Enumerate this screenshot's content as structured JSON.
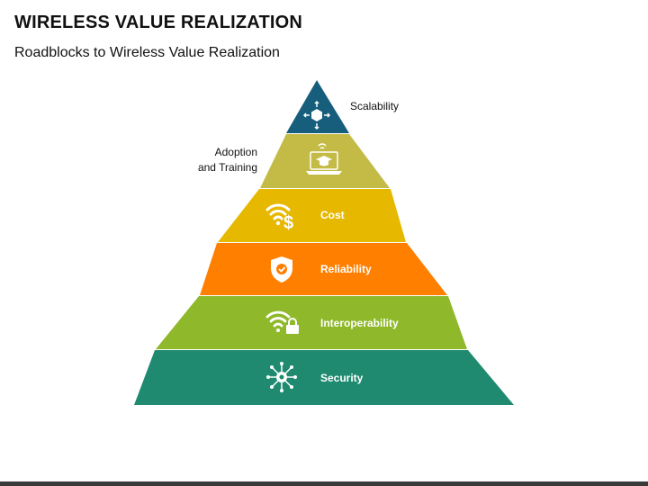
{
  "header": {
    "title": "WIRELESS VALUE REALIZATION",
    "subtitle": "Roadblocks to Wireless Value Realization"
  },
  "pyramid": {
    "levels": [
      {
        "label": "Scalability",
        "icon": "cube-arrows-icon",
        "color": "#175e7c"
      },
      {
        "label_line1": "Adoption",
        "label_line2": "and Training",
        "icon": "laptop-graduation-cap-icon",
        "color": "#c4bb47"
      },
      {
        "label": "Cost",
        "icon": "wifi-dollar-icon",
        "color": "#e6b800"
      },
      {
        "label": "Reliability",
        "icon": "shield-check-icon",
        "color": "#ff7f00"
      },
      {
        "label": "Interoperability",
        "icon": "wifi-lock-icon",
        "color": "#8fb82a"
      },
      {
        "label": "Security",
        "icon": "network-gear-icon",
        "color": "#1f8a70"
      }
    ]
  }
}
